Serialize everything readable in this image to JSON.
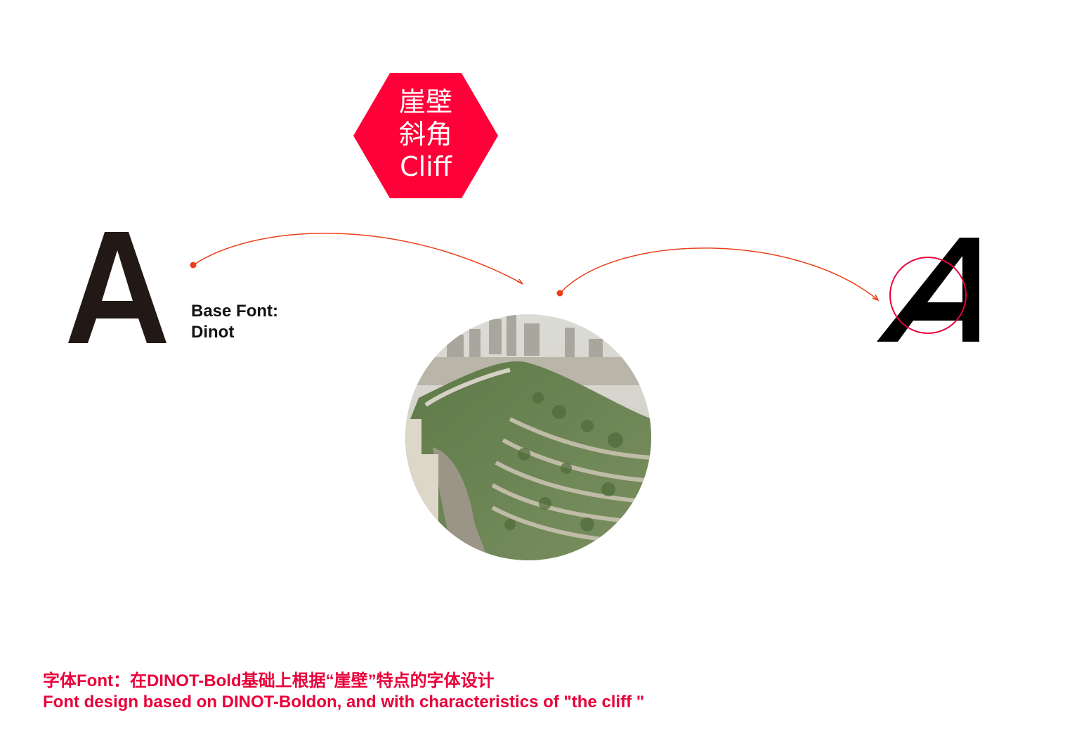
{
  "hexagon": {
    "line1": "崖壁",
    "line2": "斜角",
    "line3": "Cliff",
    "fill": "#ff0038"
  },
  "base": {
    "letter": "A",
    "label_line1": "Base Font:",
    "label_line2": "Dinot"
  },
  "result": {
    "letter": "A",
    "highlight_color": "#e8003a"
  },
  "arrow_color": "#e8401c",
  "caption": {
    "line1": "字体Font：在DINOT-Bold基础上根据“崖壁”特点的字体设计",
    "line2": "Font design based on DINOT-Boldon, and with characteristics of \"the cliff \""
  }
}
